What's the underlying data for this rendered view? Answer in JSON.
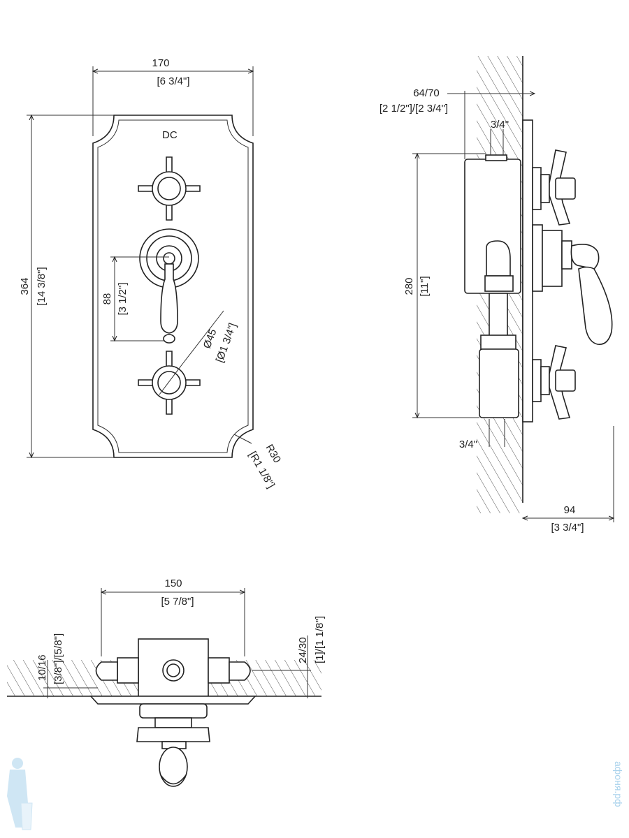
{
  "logo": "DC",
  "front_view": {
    "width_mm": "170",
    "width_in": "[6 3/4\"]",
    "height_mm": "364",
    "height_in": "[14 3/8\"]",
    "spacing_mm": "88",
    "spacing_in": "[3 1/2\"]",
    "diameter_mm": "Ø45",
    "diameter_in": "[Ø1 3/4\"]",
    "radius_mm": "R30",
    "radius_in": "[R1 1/8\"]"
  },
  "side_view": {
    "depth_mm": "64/70",
    "depth_in": "[2 1/2\"]/[2 3/4\"]",
    "top_thread": "3/4\"",
    "height_mm": "280",
    "height_in": "[11\"]",
    "bottom_thread": "3/4\"",
    "projection_mm": "94",
    "projection_in": "[3 3/4\"]"
  },
  "bottom_view": {
    "width_mm": "150",
    "width_in": "[5 7/8\"]",
    "left_mm": "10/16",
    "left_in": "[3/8\"]/[5/8\"]",
    "right_mm": "24/30",
    "right_in": "[1]/[1 1/8\"]"
  },
  "watermark": {
    "site": "афоня.рф",
    "icon": "plumber-mascot-icon"
  }
}
